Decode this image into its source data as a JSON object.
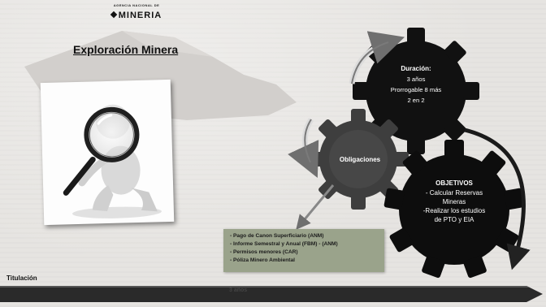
{
  "brand": {
    "subtitle": "AGENCIA NACIONAL DE",
    "name": "MINERIA"
  },
  "title": "Exploración Minera",
  "photo": {
    "icon": "magnifying-glass-figure-icon"
  },
  "gears": {
    "duration": {
      "heading": "Duración:",
      "lines": [
        "3 años",
        "Prorrogable 8 más",
        "2 en 2"
      ]
    },
    "obligations": {
      "label": "Obligaciones"
    },
    "objectives": {
      "heading": "OBJETIVOS",
      "lines": [
        "- Calcular Reservas",
        "Mineras",
        "-Realizar los estudios",
        "de PTO y EIA"
      ]
    }
  },
  "obligations_list": [
    "Pago de Canon Superficiario (ANM)",
    "Informe Semestral y Anual (FBM) - (ANM)",
    "Permisos menores (CAR)",
    "Póliza Minero Ambiental"
  ],
  "timeline": {
    "label": "Titulación",
    "bar_text": "3 años"
  },
  "colors": {
    "background": "#e6e4e1",
    "gear": "#111111",
    "list_box": "#9aa38b",
    "arrow": "#6f6f6f"
  }
}
